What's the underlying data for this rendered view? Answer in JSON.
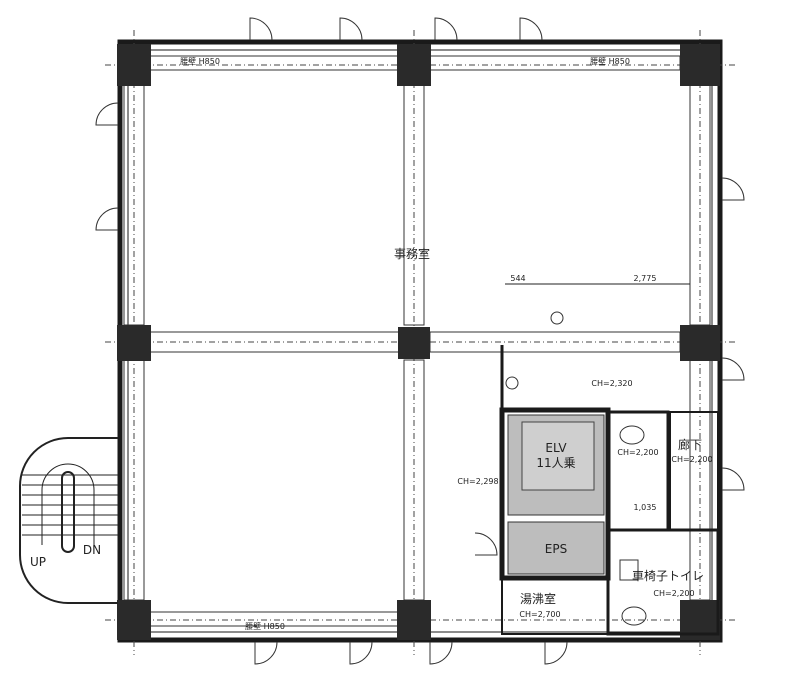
{
  "rooms": {
    "office": "事務室",
    "elevator_line1": "ELV",
    "elevator_line2": "11人乗",
    "eps": "EPS",
    "kitchenette": "湯沸室",
    "kitchenette_ch": "CH=2,700",
    "accessible_toilet": "車椅子トイレ",
    "accessible_toilet_ch": "CH=2,200",
    "corridor": "廊下",
    "corridor_ch": "CH=2,200",
    "toilet_ch": "CH=2,200"
  },
  "stairs": {
    "up": "UP",
    "down": "DN"
  },
  "ceiling_heights": {
    "lobby": "CH=2,320",
    "passage": "CH=2,298"
  },
  "dimensions": {
    "d1": "544",
    "d2": "2,775",
    "d3": "1,035"
  },
  "window_notes": {
    "top_left": "腰壁 H850",
    "top_right": "腰壁 H850",
    "bottom": "腰壁 H850"
  },
  "colors": {
    "wall": "#1a1a1a",
    "column": "#2a2a2a",
    "core_fill": "#bdbdbd"
  }
}
